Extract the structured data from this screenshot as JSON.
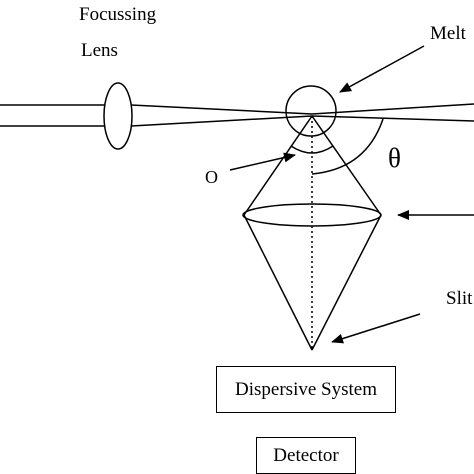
{
  "labels": {
    "focussing": "Focussing",
    "lens": "Lens",
    "melt": "Melt",
    "origin": "O",
    "theta": "θ",
    "slit": "Slit"
  },
  "boxes": {
    "dispersive": "Dispersive System",
    "detector": "Detector"
  },
  "colors": {
    "ink": "#000000",
    "background": "#ffffff"
  }
}
